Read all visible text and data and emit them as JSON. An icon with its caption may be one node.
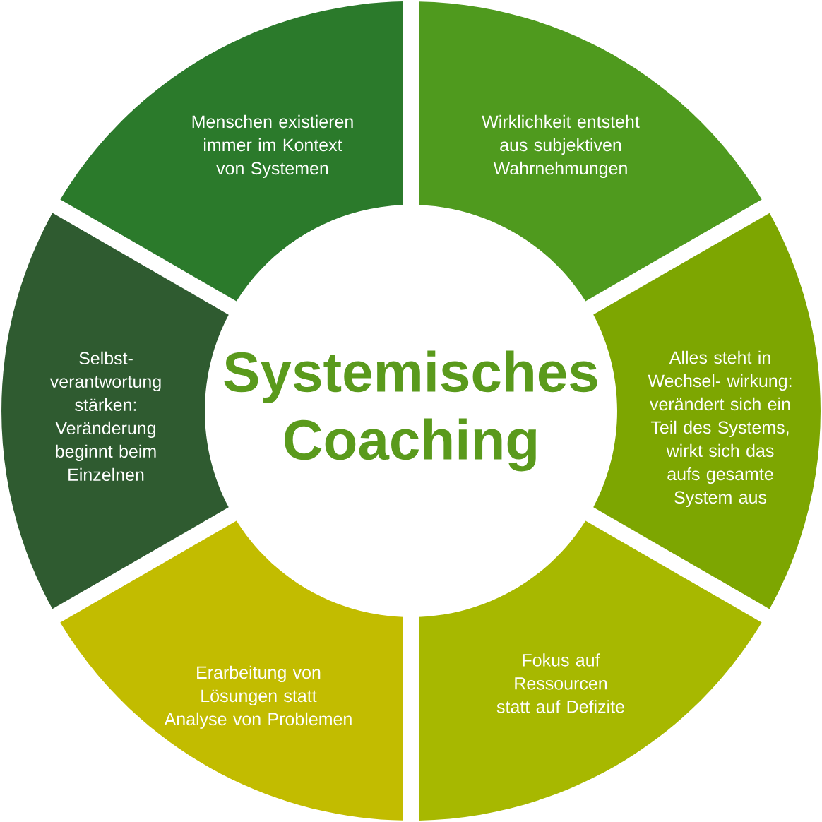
{
  "diagram": {
    "title": "Systemisches Coaching",
    "nodes": [
      {
        "text": [
          "Menschen existieren immer im Kontext von Systemen"
        ]
      },
      {
        "text": [
          "Wirklichkeit entsteht aus subjektiven Wahrnehmungen"
        ]
      },
      {
        "text": [
          "Selbst- verantwortung stärken: Veränderung beginnt beim Einzelnen"
        ]
      },
      {
        "text": [
          "Alles steht in Wechsel- wirkung: verändert sich ein Teil des Systems, wirkt sich das aufs gesamte System aus"
        ]
      },
      {
        "text": [
          "Erarbeitung von Lösungen statt Analyse von Problemen"
        ]
      },
      {
        "text": [
          "Fokus auf Ressourcen statt auf Defizite"
        ]
      }
    ]
  }
}
